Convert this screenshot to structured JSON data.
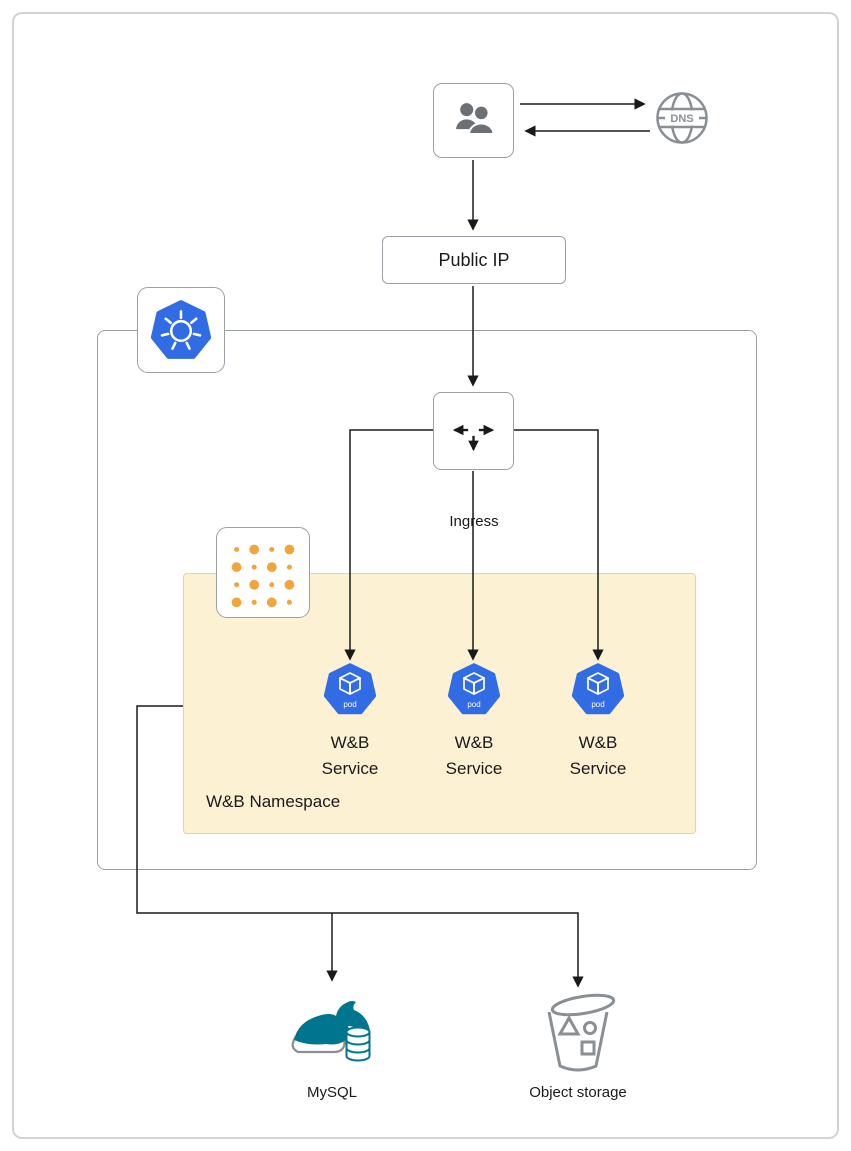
{
  "diagram": {
    "type": "kubernetes-architecture-diagram",
    "users": {
      "icon": "users-icon"
    },
    "dns": {
      "label": "DNS"
    },
    "public_ip": {
      "label": "Public IP"
    },
    "kubernetes_cluster": {
      "icon": "kubernetes-icon"
    },
    "ingress": {
      "label": "Ingress"
    },
    "namespace": {
      "label": "W&B Namespace",
      "icon": "namespace-dots-icon"
    },
    "pods": [
      {
        "badge": "pod",
        "label": "W&B Service"
      },
      {
        "badge": "pod",
        "label": "W&B Service"
      },
      {
        "badge": "pod",
        "label": "W&B Service"
      }
    ],
    "mysql": {
      "label": "MySQL"
    },
    "object_storage": {
      "label": "Object storage"
    }
  },
  "colors": {
    "kubernetes_blue": "#326CE5",
    "namespace_fill": "#FCF1D3",
    "namespace_border": "#E6D4A3",
    "dot_amber": "#F0A63C",
    "mysql_teal": "#00758F",
    "outline_gray": "#9AA0A6",
    "icon_gray": "#8A8F94",
    "wire_black": "#1A1A1A"
  }
}
